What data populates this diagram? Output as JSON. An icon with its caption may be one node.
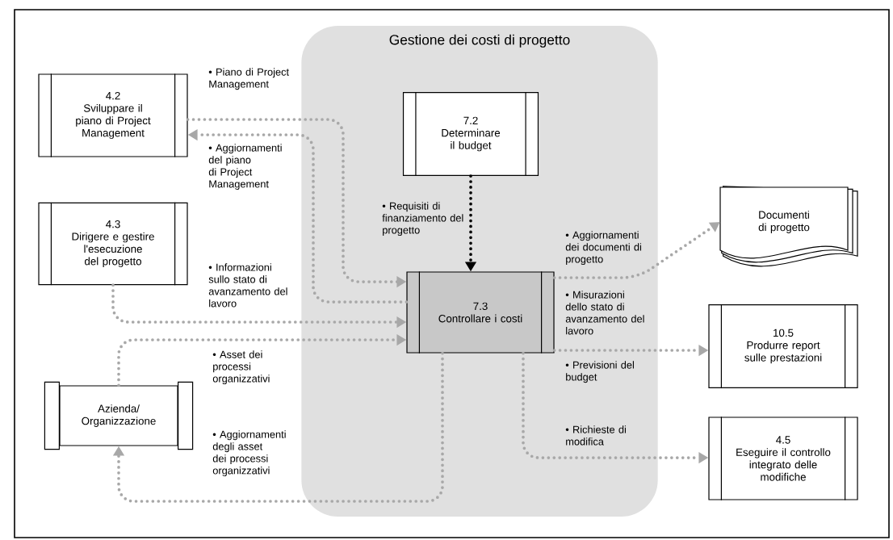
{
  "diagram": {
    "nodes": [
      {
        "text": [
          "Gestione dei costi di progetto"
        ]
      },
      {
        "text": [
          "4.2",
          "Sviluppare il piano di Project Management"
        ]
      },
      {
        "text": [
          "4.3",
          "Dirigere e gestire l'esecuzione del progetto"
        ]
      },
      {
        "text": [
          "7.2",
          "Determinare il budget"
        ],
        "in": 0
      },
      {
        "text": [
          "7.3",
          "Controllare i costi"
        ],
        "in": 0
      },
      {
        "text": [
          "Documenti di progetto"
        ]
      },
      {
        "text": [
          "10.5",
          "Produrre report sulle prestazioni"
        ]
      },
      {
        "text": [
          "Azienda/ Organizzazione"
        ]
      },
      {
        "text": [
          "4.5",
          "Eseguire il controllo integrato delle modifiche"
        ]
      }
    ],
    "edges": [
      {
        "from": 1,
        "to": 4,
        "arrow": "to",
        "label": "• Piano di Project Management"
      },
      {
        "from": 4,
        "to": 1,
        "arrow": "to",
        "label": "• Aggiornamenti del piano di Project Management"
      },
      {
        "from": 3,
        "to": 4,
        "arrow": "to",
        "label": "• Requisiti di finanziamento del progetto",
        "color": "#000000"
      },
      {
        "from": 2,
        "to": 4,
        "arrow": "to",
        "label": "• Informazioni sullo stato di avanzamento del lavoro"
      },
      {
        "from": 7,
        "to": 4,
        "arrow": "to",
        "label": "• Asset dei processi organizzativi"
      },
      {
        "from": 4,
        "to": 7,
        "arrow": "to",
        "label": "• Aggiornamenti degli asset dei processi organizzativi"
      },
      {
        "from": 4,
        "to": 5,
        "arrow": "to",
        "label": "• Aggiornamenti dei documenti di progetto"
      },
      {
        "from": 4,
        "to": 6,
        "arrow": "to",
        "label": "• Misurazioni dello stato di avanzamento del lavoro"
      },
      {
        "from": 4,
        "to": 8,
        "arrow": "to",
        "label": "• Richieste di modifica"
      }
    ],
    "labels": [
      "• Previsioni del budget"
    ]
  }
}
